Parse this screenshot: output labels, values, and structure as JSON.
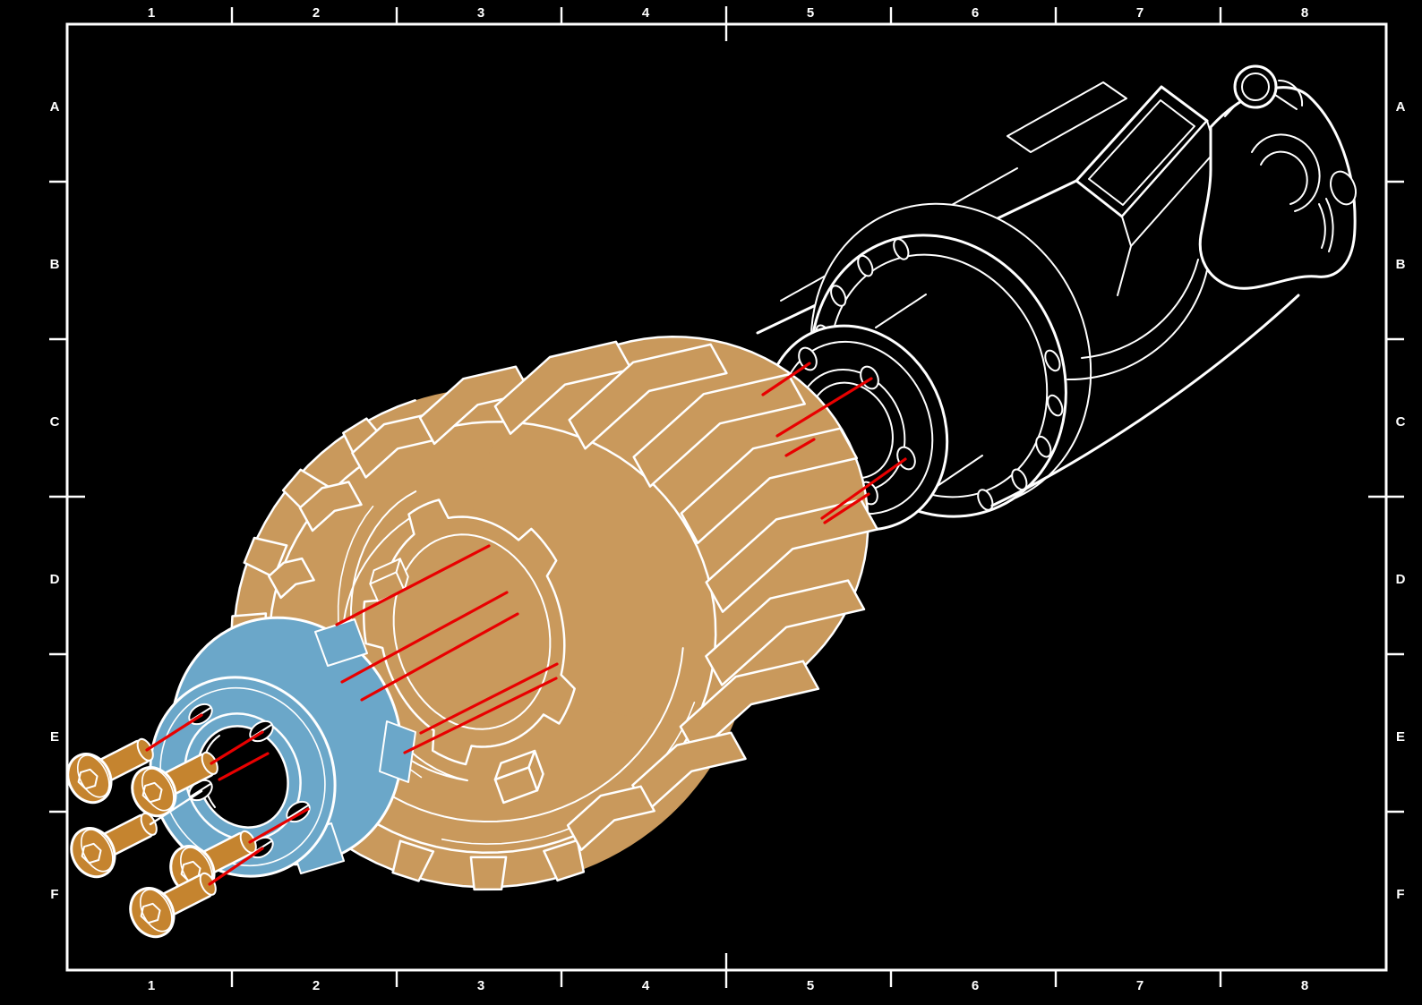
{
  "drawing": {
    "title": "exploded wheel drive assembly drawing",
    "grid_columns": [
      "1",
      "2",
      "3",
      "4",
      "5",
      "6",
      "7",
      "8"
    ],
    "grid_rows": [
      "A",
      "B",
      "C",
      "D",
      "E",
      "F"
    ],
    "colors": {
      "background": "#000000",
      "frame": "#ffffff",
      "outline": "#ffffff",
      "tire": "#c9995c",
      "hub_adapter": "#6ba7c9",
      "screw": "#c5842f",
      "leader_line": "#e80000"
    },
    "parts": [
      {
        "name": "tire-wheel",
        "color_key": "tire"
      },
      {
        "name": "hub-adapter-flange",
        "color_key": "hub_adapter"
      },
      {
        "name": "button-head-screw",
        "count": 5,
        "color_key": "screw"
      },
      {
        "name": "gearmotor",
        "color_key": "outline"
      }
    ]
  }
}
